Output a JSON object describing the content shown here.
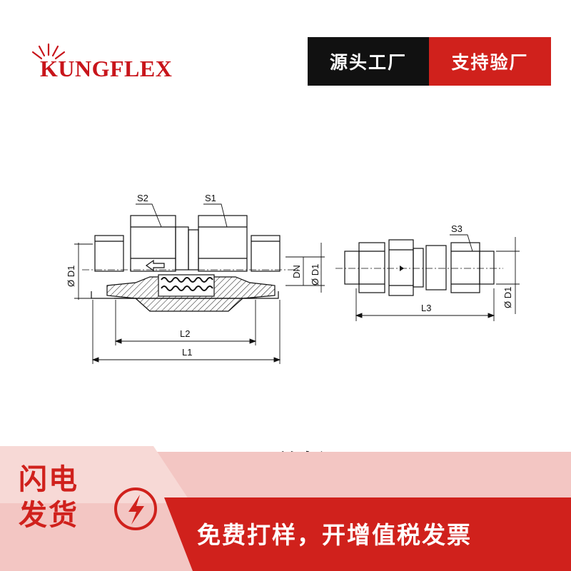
{
  "brand": {
    "logo_text": "KUNGFLEX",
    "color": "#c8151b"
  },
  "badges": {
    "left": "源头工厂",
    "right": "支持验厂"
  },
  "drawing": {
    "labels": {
      "s1": "S1",
      "s2": "S2",
      "s3": "S3",
      "dn": "DN",
      "d1": "Ø D1",
      "l1": "L1",
      "l2": "L2",
      "l3": "L3"
    }
  },
  "caption": "RHD单向阀",
  "footer": {
    "flash_line1": "闪电",
    "flash_line2": "发货",
    "promo": "免费打样，开增值税发票",
    "icon": "lightning-icon",
    "colors": {
      "red": "#d0211c",
      "pink": "#f3c6c3"
    }
  }
}
